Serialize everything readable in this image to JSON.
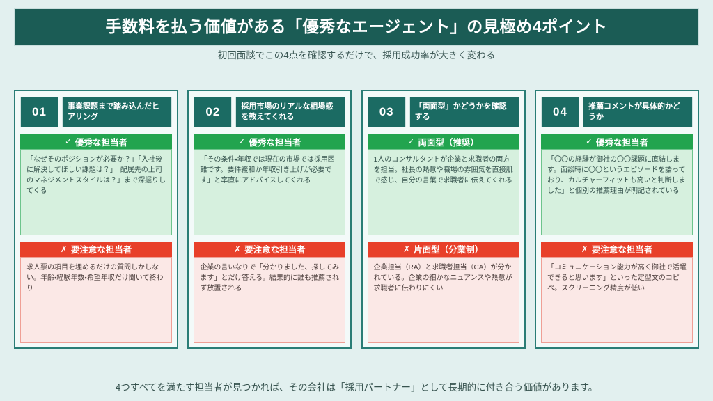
{
  "header": {
    "title": "手数料を払う価値がある「優秀なエージェント」の見極め4ポイント",
    "subtitle": "初回面談でこの4点を確認するだけで、採用成功率が大きく変わる"
  },
  "colors": {
    "background": "#e2f0ef",
    "title_bar": "#1b5c55",
    "card_border": "#2a7d76",
    "number_chip": "#1b6b63",
    "good_label": "#22a44f",
    "good_body": "#d6f0de",
    "bad_label": "#e8402a",
    "bad_body": "#fbe8e6"
  },
  "icons": {
    "check": "✓",
    "cross": "✗"
  },
  "cards": [
    {
      "number": "01",
      "title": "事業課題まで踏み込んだヒアリング",
      "good_label": "優秀な担当者",
      "good_body": "「なぜそのポジションが必要か？」「入社後に解決してほしい課題は？」「配属先の上司のマネジメントスタイルは？」まで深掘りしてくる",
      "bad_label": "要注意な担当者",
      "bad_body": "求人票の項目を埋めるだけの質問しかしない。年齢・経験年数・希望年収だけ聞いて終わり"
    },
    {
      "number": "02",
      "title": "採用市場のリアルな相場感を教えてくれる",
      "good_label": "優秀な担当者",
      "good_body": "「その条件・年収では現在の市場では採用困難です。要件緩和か年収引き上げが必要です」と率直にアドバイスしてくれる",
      "bad_label": "要注意な担当者",
      "bad_body": "企業の言いなりで「分かりました、探してみます」とだけ答える。結果的に誰も推薦されず放置される"
    },
    {
      "number": "03",
      "title": "「両面型」かどうかを確認する",
      "good_label": "両面型（推奨）",
      "good_body": "1人のコンサルタントが企業と求職者の両方を担当。社長の熱意や職場の雰囲気を直接肌で感じ、自分の言葉で求職者に伝えてくれる",
      "bad_label": "片面型（分業制）",
      "bad_body": "企業担当（RA）と求職者担当（CA）が分かれている。企業の細かなニュアンスや熱意が求職者に伝わりにくい"
    },
    {
      "number": "04",
      "title": "推薦コメントが具体的かどうか",
      "good_label": "優秀な担当者",
      "good_body": "「〇〇の経験が御社の〇〇課題に直結します。面談時に〇〇というエピソードを語っており、カルチャーフィットも高いと判断しました」と個別の推薦理由が明記されている",
      "bad_label": "要注意な担当者",
      "bad_body": "「コミュニケーション能力が高く御社で活躍できると思います」といった定型文のコピペ。スクリーニング精度が低い"
    }
  ],
  "footer": {
    "text": "4つすべてを満たす担当者が見つかれば、その会社は「採用パートナー」として長期的に付き合う価値があります。"
  }
}
